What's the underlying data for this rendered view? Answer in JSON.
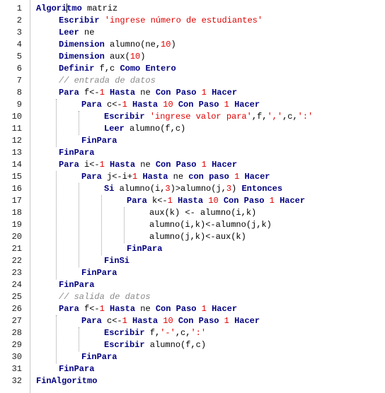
{
  "editor": {
    "colors": {
      "keyword": "#000080",
      "number": "#e00000",
      "string": "#e00000",
      "comment": "#8a8a8a",
      "text": "#000000",
      "gutter_border": "#c8c8c8"
    },
    "lines": [
      {
        "num": "1",
        "indent": 0,
        "tokens": [
          {
            "t": "Algoritmo",
            "c": "keyword"
          },
          {
            "t": " matriz",
            "c": "ident"
          }
        ]
      },
      {
        "num": "2",
        "indent": 1,
        "tokens": [
          {
            "t": "Escribir",
            "c": "keyword"
          },
          {
            "t": " ",
            "c": "ident"
          },
          {
            "t": "'ingrese número de estudiantes'",
            "c": "string"
          }
        ]
      },
      {
        "num": "3",
        "indent": 1,
        "tokens": [
          {
            "t": "Leer",
            "c": "keyword"
          },
          {
            "t": " ne",
            "c": "ident"
          }
        ]
      },
      {
        "num": "4",
        "indent": 1,
        "tokens": [
          {
            "t": "Dimension",
            "c": "keyword"
          },
          {
            "t": " alumno(ne,",
            "c": "ident"
          },
          {
            "t": "10",
            "c": "number"
          },
          {
            "t": ")",
            "c": "ident"
          }
        ]
      },
      {
        "num": "5",
        "indent": 1,
        "tokens": [
          {
            "t": "Dimension",
            "c": "keyword"
          },
          {
            "t": " aux(",
            "c": "ident"
          },
          {
            "t": "10",
            "c": "number"
          },
          {
            "t": ")",
            "c": "ident"
          }
        ]
      },
      {
        "num": "6",
        "indent": 1,
        "tokens": [
          {
            "t": "Definir",
            "c": "keyword"
          },
          {
            "t": " f,c ",
            "c": "ident"
          },
          {
            "t": "Como",
            "c": "keyword"
          },
          {
            "t": " ",
            "c": "ident"
          },
          {
            "t": "Entero",
            "c": "keyword"
          }
        ]
      },
      {
        "num": "7",
        "indent": 1,
        "tokens": [
          {
            "t": "// entrada de datos",
            "c": "comment"
          }
        ]
      },
      {
        "num": "8",
        "indent": 1,
        "tokens": [
          {
            "t": "Para",
            "c": "keyword"
          },
          {
            "t": " f<-",
            "c": "ident"
          },
          {
            "t": "1",
            "c": "number"
          },
          {
            "t": " ",
            "c": "ident"
          },
          {
            "t": "Hasta",
            "c": "keyword"
          },
          {
            "t": " ne ",
            "c": "ident"
          },
          {
            "t": "Con Paso",
            "c": "keyword"
          },
          {
            "t": " ",
            "c": "ident"
          },
          {
            "t": "1",
            "c": "number"
          },
          {
            "t": " ",
            "c": "ident"
          },
          {
            "t": "Hacer",
            "c": "keyword"
          }
        ]
      },
      {
        "num": "9",
        "indent": 2,
        "tokens": [
          {
            "t": "Para",
            "c": "keyword"
          },
          {
            "t": " c<-",
            "c": "ident"
          },
          {
            "t": "1",
            "c": "number"
          },
          {
            "t": " ",
            "c": "ident"
          },
          {
            "t": "Hasta",
            "c": "keyword"
          },
          {
            "t": " ",
            "c": "ident"
          },
          {
            "t": "10",
            "c": "number"
          },
          {
            "t": " ",
            "c": "ident"
          },
          {
            "t": "Con Paso",
            "c": "keyword"
          },
          {
            "t": " ",
            "c": "ident"
          },
          {
            "t": "1",
            "c": "number"
          },
          {
            "t": " ",
            "c": "ident"
          },
          {
            "t": "Hacer",
            "c": "keyword"
          }
        ]
      },
      {
        "num": "10",
        "indent": 3,
        "tokens": [
          {
            "t": "Escribir",
            "c": "keyword"
          },
          {
            "t": " ",
            "c": "ident"
          },
          {
            "t": "'ingrese valor para'",
            "c": "string"
          },
          {
            "t": ",f,",
            "c": "ident"
          },
          {
            "t": "','",
            "c": "string"
          },
          {
            "t": ",c,",
            "c": "ident"
          },
          {
            "t": "':'",
            "c": "string"
          }
        ]
      },
      {
        "num": "11",
        "indent": 3,
        "tokens": [
          {
            "t": "Leer",
            "c": "keyword"
          },
          {
            "t": " alumno(f,c)",
            "c": "ident"
          }
        ]
      },
      {
        "num": "12",
        "indent": 2,
        "tokens": [
          {
            "t": "FinPara",
            "c": "keyword"
          }
        ]
      },
      {
        "num": "13",
        "indent": 1,
        "tokens": [
          {
            "t": "FinPara",
            "c": "keyword"
          }
        ]
      },
      {
        "num": "14",
        "indent": 1,
        "tokens": [
          {
            "t": "Para",
            "c": "keyword"
          },
          {
            "t": " i<-",
            "c": "ident"
          },
          {
            "t": "1",
            "c": "number"
          },
          {
            "t": " ",
            "c": "ident"
          },
          {
            "t": "Hasta",
            "c": "keyword"
          },
          {
            "t": " ne ",
            "c": "ident"
          },
          {
            "t": "Con Paso",
            "c": "keyword"
          },
          {
            "t": " ",
            "c": "ident"
          },
          {
            "t": "1",
            "c": "number"
          },
          {
            "t": " ",
            "c": "ident"
          },
          {
            "t": "Hacer",
            "c": "keyword"
          }
        ]
      },
      {
        "num": "15",
        "indent": 2,
        "tokens": [
          {
            "t": "Para",
            "c": "keyword"
          },
          {
            "t": " j<-i+",
            "c": "ident"
          },
          {
            "t": "1",
            "c": "number"
          },
          {
            "t": " ",
            "c": "ident"
          },
          {
            "t": "Hasta",
            "c": "keyword"
          },
          {
            "t": " ne ",
            "c": "ident"
          },
          {
            "t": "con paso",
            "c": "keyword"
          },
          {
            "t": " ",
            "c": "ident"
          },
          {
            "t": "1",
            "c": "number"
          },
          {
            "t": " ",
            "c": "ident"
          },
          {
            "t": "Hacer",
            "c": "keyword"
          }
        ]
      },
      {
        "num": "16",
        "indent": 3,
        "tokens": [
          {
            "t": "Si",
            "c": "keyword"
          },
          {
            "t": " alumno(i,",
            "c": "ident"
          },
          {
            "t": "3",
            "c": "number"
          },
          {
            "t": ")>alumno(j,",
            "c": "ident"
          },
          {
            "t": "3",
            "c": "number"
          },
          {
            "t": ") ",
            "c": "ident"
          },
          {
            "t": "Entonces",
            "c": "keyword"
          }
        ]
      },
      {
        "num": "17",
        "indent": 4,
        "tokens": [
          {
            "t": "Para",
            "c": "keyword"
          },
          {
            "t": " k<-",
            "c": "ident"
          },
          {
            "t": "1",
            "c": "number"
          },
          {
            "t": " ",
            "c": "ident"
          },
          {
            "t": "Hasta",
            "c": "keyword"
          },
          {
            "t": " ",
            "c": "ident"
          },
          {
            "t": "10",
            "c": "number"
          },
          {
            "t": " ",
            "c": "ident"
          },
          {
            "t": "Con Paso",
            "c": "keyword"
          },
          {
            "t": " ",
            "c": "ident"
          },
          {
            "t": "1",
            "c": "number"
          },
          {
            "t": " ",
            "c": "ident"
          },
          {
            "t": "Hacer",
            "c": "keyword"
          }
        ]
      },
      {
        "num": "18",
        "indent": 5,
        "tokens": [
          {
            "t": "aux(k) <- alumno(i,k)",
            "c": "ident"
          }
        ]
      },
      {
        "num": "19",
        "indent": 5,
        "tokens": [
          {
            "t": "alumno(i,k)<-alumno(j,k)",
            "c": "ident"
          }
        ]
      },
      {
        "num": "20",
        "indent": 5,
        "tokens": [
          {
            "t": "alumno(j,k)<-aux(k)",
            "c": "ident"
          }
        ]
      },
      {
        "num": "21",
        "indent": 4,
        "tokens": [
          {
            "t": "FinPara",
            "c": "keyword"
          }
        ]
      },
      {
        "num": "22",
        "indent": 3,
        "tokens": [
          {
            "t": "FinSi",
            "c": "keyword"
          }
        ]
      },
      {
        "num": "23",
        "indent": 2,
        "tokens": [
          {
            "t": "FinPara",
            "c": "keyword"
          }
        ]
      },
      {
        "num": "24",
        "indent": 1,
        "tokens": [
          {
            "t": "FinPara",
            "c": "keyword"
          }
        ]
      },
      {
        "num": "25",
        "indent": 1,
        "tokens": [
          {
            "t": "// salida de datos",
            "c": "comment"
          }
        ]
      },
      {
        "num": "26",
        "indent": 1,
        "tokens": [
          {
            "t": "Para",
            "c": "keyword"
          },
          {
            "t": " f<-",
            "c": "ident"
          },
          {
            "t": "1",
            "c": "number"
          },
          {
            "t": " ",
            "c": "ident"
          },
          {
            "t": "Hasta",
            "c": "keyword"
          },
          {
            "t": " ne ",
            "c": "ident"
          },
          {
            "t": "Con Paso",
            "c": "keyword"
          },
          {
            "t": " ",
            "c": "ident"
          },
          {
            "t": "1",
            "c": "number"
          },
          {
            "t": " ",
            "c": "ident"
          },
          {
            "t": "Hacer",
            "c": "keyword"
          }
        ]
      },
      {
        "num": "27",
        "indent": 2,
        "tokens": [
          {
            "t": "Para",
            "c": "keyword"
          },
          {
            "t": " c<-",
            "c": "ident"
          },
          {
            "t": "1",
            "c": "number"
          },
          {
            "t": " ",
            "c": "ident"
          },
          {
            "t": "Hasta",
            "c": "keyword"
          },
          {
            "t": " ",
            "c": "ident"
          },
          {
            "t": "10",
            "c": "number"
          },
          {
            "t": " ",
            "c": "ident"
          },
          {
            "t": "Con Paso",
            "c": "keyword"
          },
          {
            "t": " ",
            "c": "ident"
          },
          {
            "t": "1",
            "c": "number"
          },
          {
            "t": " ",
            "c": "ident"
          },
          {
            "t": "Hacer",
            "c": "keyword"
          }
        ]
      },
      {
        "num": "28",
        "indent": 3,
        "tokens": [
          {
            "t": "Escribir",
            "c": "keyword"
          },
          {
            "t": " f,",
            "c": "ident"
          },
          {
            "t": "'-'",
            "c": "string"
          },
          {
            "t": ",c,",
            "c": "ident"
          },
          {
            "t": "':'",
            "c": "string"
          }
        ]
      },
      {
        "num": "29",
        "indent": 3,
        "tokens": [
          {
            "t": "Escribir",
            "c": "keyword"
          },
          {
            "t": " alumno(f,c)",
            "c": "ident"
          }
        ]
      },
      {
        "num": "30",
        "indent": 2,
        "tokens": [
          {
            "t": "FinPara",
            "c": "keyword"
          }
        ]
      },
      {
        "num": "31",
        "indent": 1,
        "tokens": [
          {
            "t": "FinPara",
            "c": "keyword"
          }
        ]
      },
      {
        "num": "32",
        "indent": 0,
        "tokens": [
          {
            "t": "FinAlgoritmo",
            "c": "keyword"
          }
        ]
      }
    ],
    "guides": [
      {
        "level": 1,
        "from": 8,
        "to": 13
      },
      {
        "level": 2,
        "from": 9,
        "to": 12
      },
      {
        "level": 1,
        "from": 14,
        "to": 24
      },
      {
        "level": 2,
        "from": 15,
        "to": 23
      },
      {
        "level": 3,
        "from": 16,
        "to": 22
      },
      {
        "level": 4,
        "from": 17,
        "to": 21
      },
      {
        "level": 1,
        "from": 26,
        "to": 31
      },
      {
        "level": 2,
        "from": 27,
        "to": 30
      }
    ]
  }
}
